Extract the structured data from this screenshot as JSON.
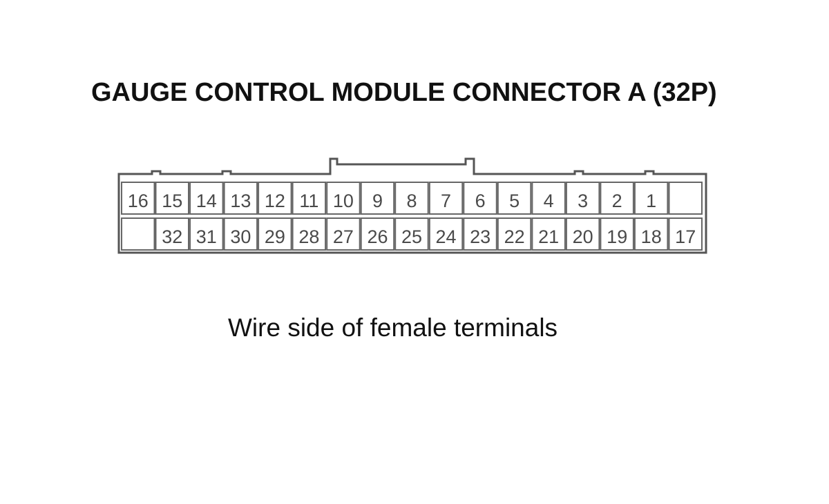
{
  "title": "GAUGE CONTROL MODULE CONNECTOR A (32P)",
  "caption": "Wire side of female terminals",
  "connector": {
    "top_row": [
      "16",
      "15",
      "14",
      "13",
      "12",
      "11",
      "10",
      "9",
      "8",
      "7",
      "6",
      "5",
      "4",
      "3",
      "2",
      "1",
      ""
    ],
    "bottom_row": [
      "",
      "32",
      "31",
      "30",
      "29",
      "28",
      "27",
      "26",
      "25",
      "24",
      "23",
      "22",
      "21",
      "20",
      "19",
      "18",
      "17"
    ]
  },
  "colors": {
    "line": "#555555",
    "text": "#111111",
    "pin_text": "#4a4a4a"
  }
}
